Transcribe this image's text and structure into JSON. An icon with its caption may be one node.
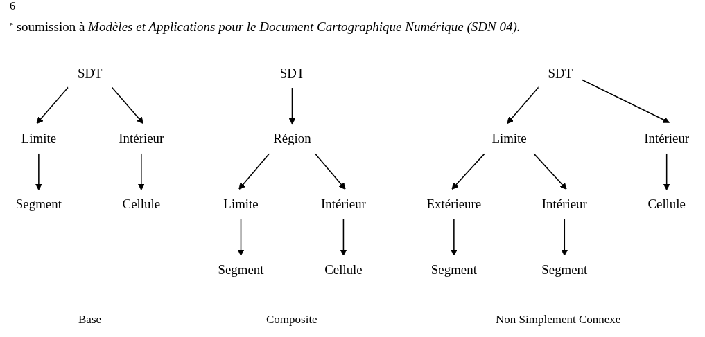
{
  "diagram": {
    "nodes": [
      {
        "text": [
          "SDT"
        ]
      },
      {
        "text": [
          "Limite"
        ]
      },
      {
        "text": [
          "Intérieur"
        ]
      },
      {
        "text": [
          "Segment"
        ]
      },
      {
        "text": [
          "Cellule"
        ]
      },
      {
        "text": [
          "SDT"
        ]
      },
      {
        "text": [
          "Région"
        ]
      },
      {
        "text": [
          "Limite"
        ]
      },
      {
        "text": [
          "Intérieur"
        ]
      },
      {
        "text": [
          "Segment"
        ]
      },
      {
        "text": [
          "Cellule"
        ]
      },
      {
        "text": [
          "SDT"
        ]
      },
      {
        "text": [
          "Limite"
        ]
      },
      {
        "text": [
          "Intérieur"
        ]
      },
      {
        "text": [
          "Extérieure"
        ]
      },
      {
        "text": [
          "Intérieur"
        ]
      },
      {
        "text": [
          "Cellule"
        ]
      },
      {
        "text": [
          "Segment"
        ]
      },
      {
        "text": [
          "Segment"
        ]
      }
    ],
    "edges": [
      {
        "from": 0,
        "to": 1,
        "arrow": "to"
      },
      {
        "from": 0,
        "to": 2,
        "arrow": "to"
      },
      {
        "from": 1,
        "to": 3,
        "arrow": "to"
      },
      {
        "from": 2,
        "to": 4,
        "arrow": "to"
      },
      {
        "from": 5,
        "to": 6,
        "arrow": "to"
      },
      {
        "from": 6,
        "to": 7,
        "arrow": "to"
      },
      {
        "from": 6,
        "to": 8,
        "arrow": "to"
      },
      {
        "from": 7,
        "to": 9,
        "arrow": "to"
      },
      {
        "from": 8,
        "to": 10,
        "arrow": "to"
      },
      {
        "from": 11,
        "to": 12,
        "arrow": "to"
      },
      {
        "from": 11,
        "to": 13,
        "arrow": "to"
      },
      {
        "from": 12,
        "to": 14,
        "arrow": "to"
      },
      {
        "from": 12,
        "to": 15,
        "arrow": "to"
      },
      {
        "from": 13,
        "to": 16,
        "arrow": "to"
      },
      {
        "from": 14,
        "to": 17,
        "arrow": "to"
      },
      {
        "from": 15,
        "to": 18,
        "arrow": "to"
      }
    ],
    "labels": [
      "6",
      "$^{e}$ soumission à *Modèles et Applications pour le Document Cartographique Numérique (SDN 04).*",
      "Base",
      "Composite",
      "Non Simplement Connexe"
    ]
  }
}
